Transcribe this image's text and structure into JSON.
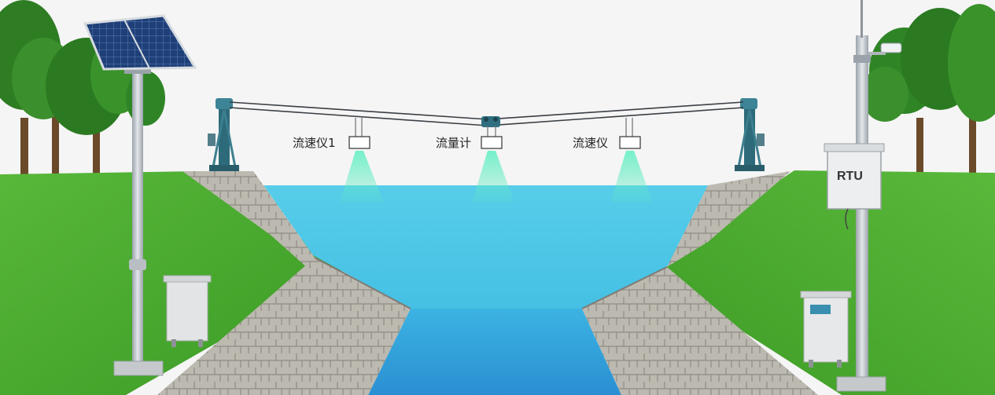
{
  "labels": {
    "sensor_left": "流速仪1",
    "sensor_center": "流量计",
    "sensor_right": "流速仪",
    "rtu": "RTU"
  },
  "colors": {
    "sky": "#f4f4f4",
    "grass": "#4caa2e",
    "grass_dark": "#2f8a1f",
    "water_upper": "#4ec7e6",
    "water_lower": "#2d9bd8",
    "stone": "#b9b6ad",
    "pole": "#c9ced3",
    "beam": "#4fe0b0"
  },
  "icons": [
    "solar-panel-icon",
    "camera-icon",
    "cable-trolley-icon"
  ]
}
